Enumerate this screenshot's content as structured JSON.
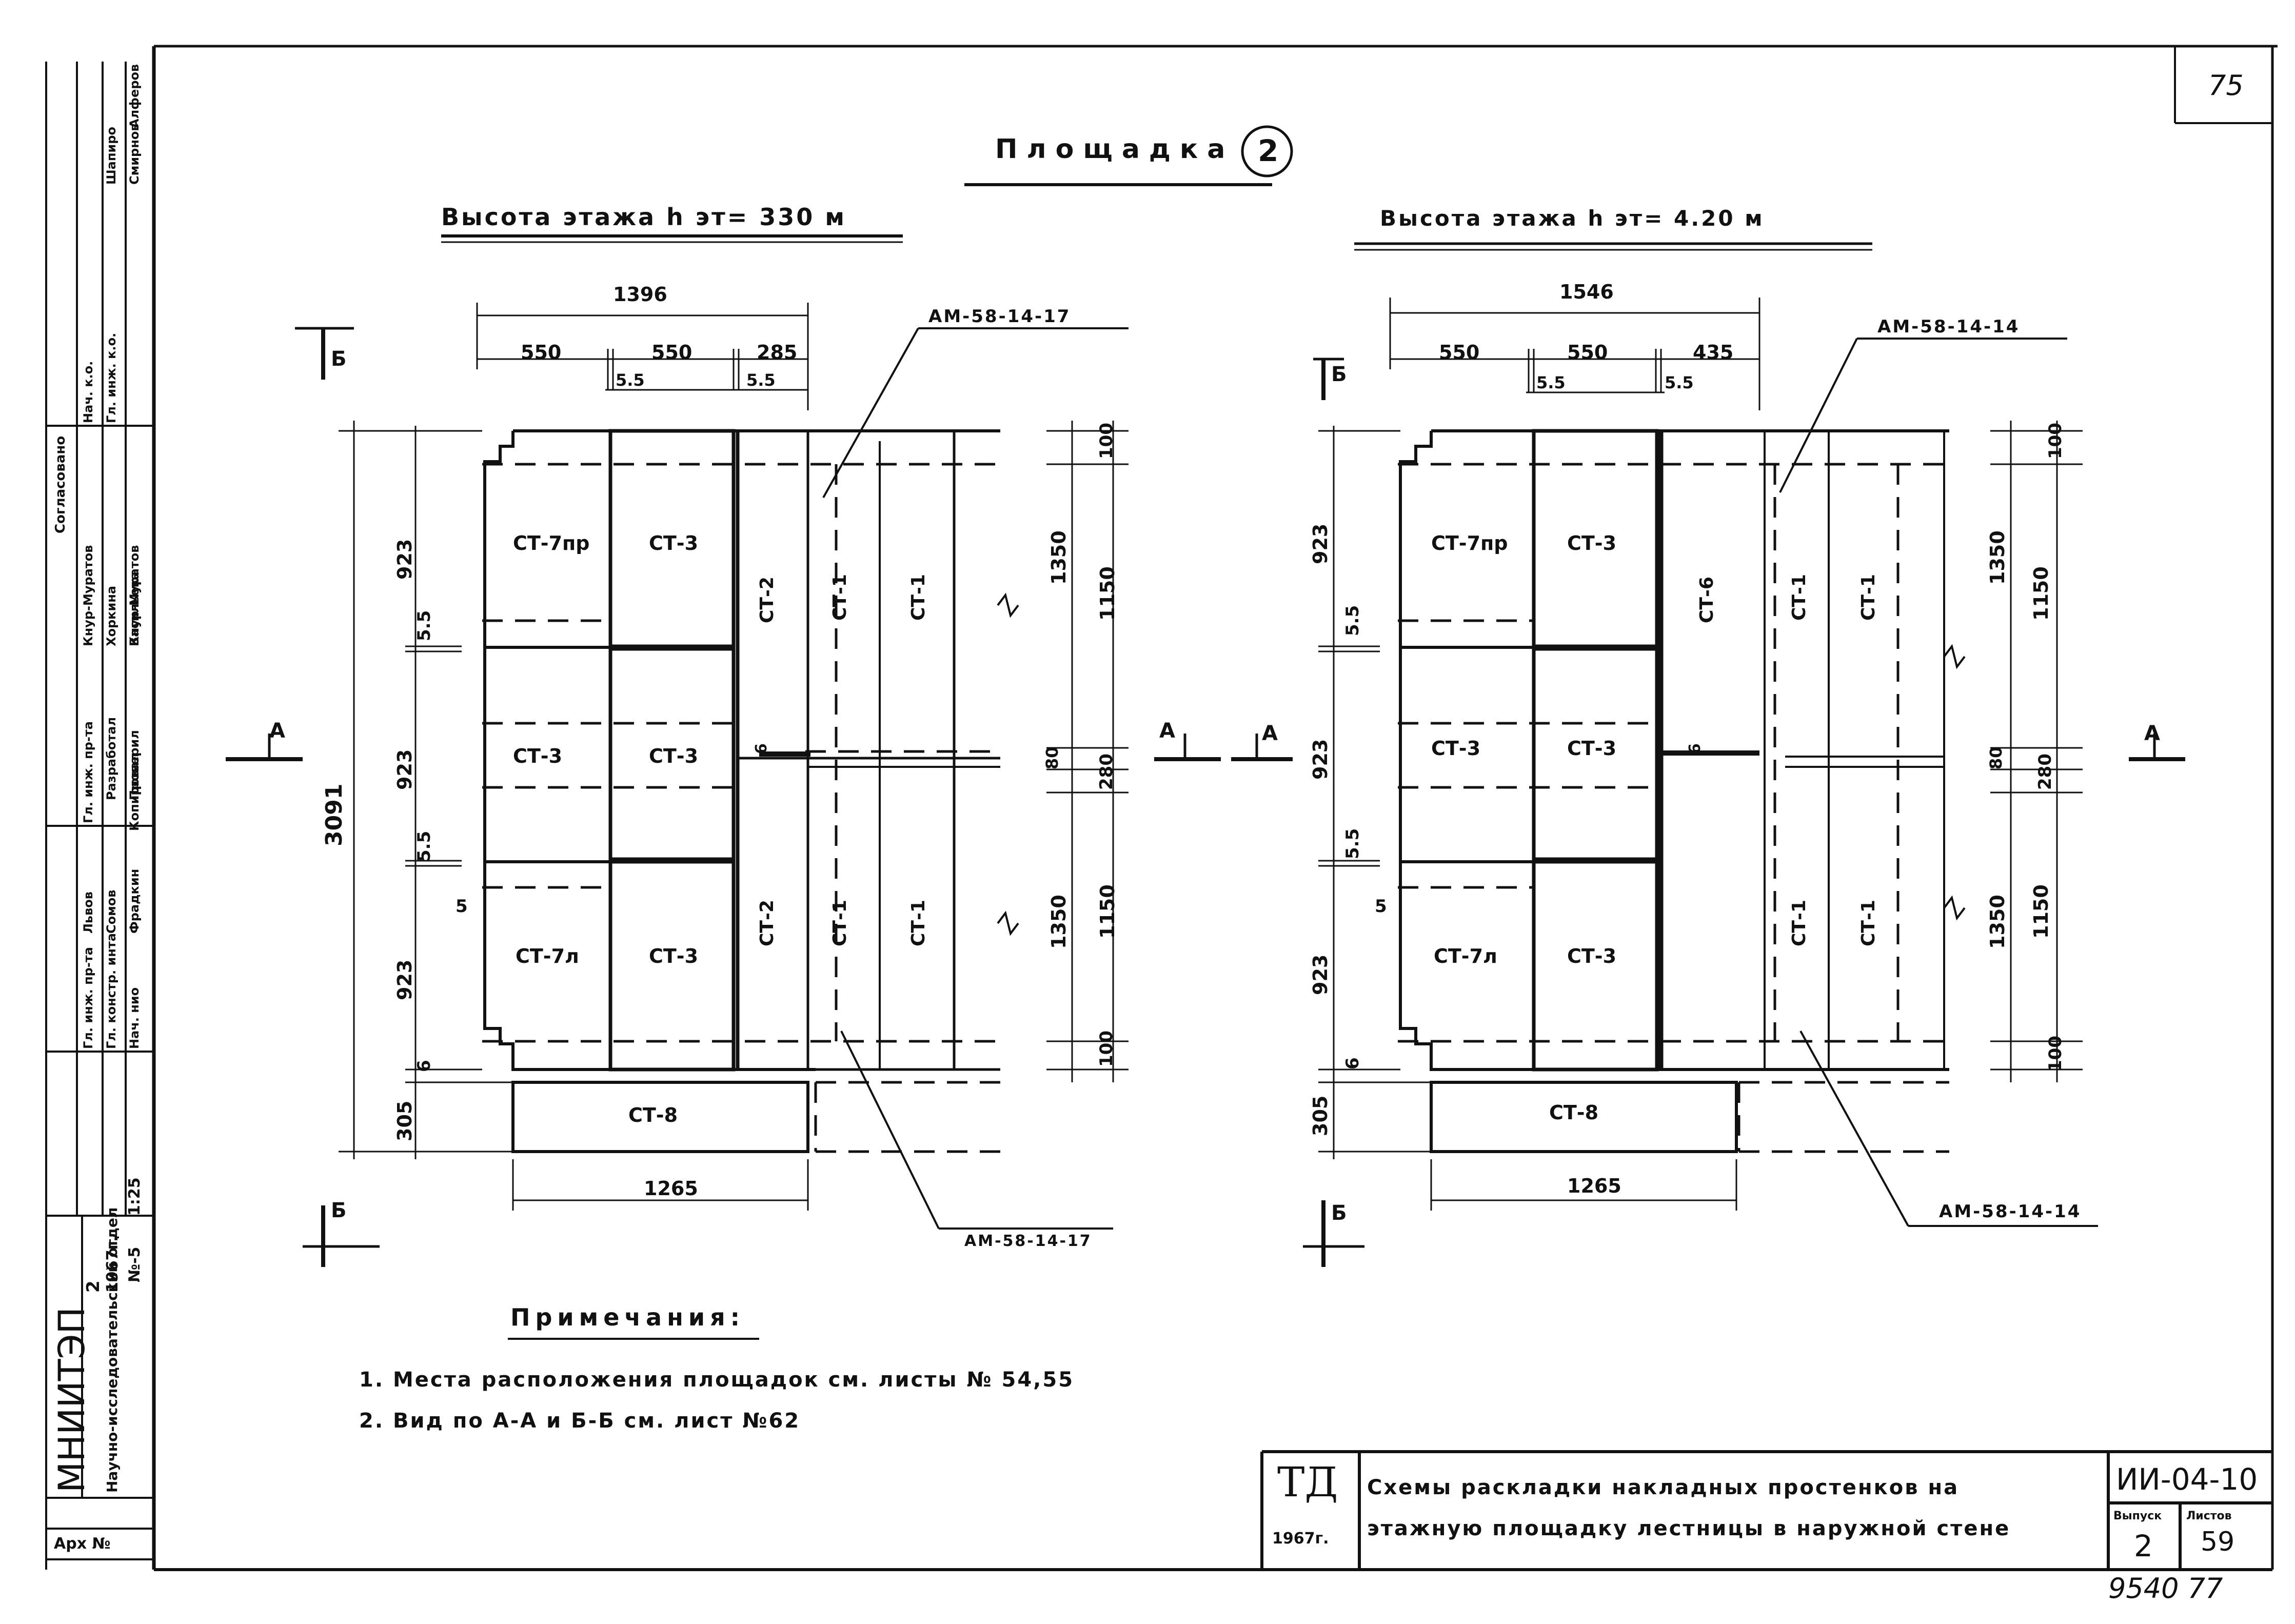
{
  "sheet_number": "75",
  "title": "Площадка",
  "title_number": "2",
  "left_plan": {
    "heading": "Высота этажа h эт= 330 м",
    "overall_width": "1396",
    "top_dims": [
      "550",
      "550",
      "285"
    ],
    "gap_dims": [
      "5.5",
      "5.5"
    ],
    "height_total": "3091",
    "left_dims": [
      "923",
      "5.5",
      "923",
      "5.5",
      "923",
      "6",
      "305"
    ],
    "inner_mark": "5",
    "right_dims_outer": [
      "1350",
      "1350"
    ],
    "right_dims_inner": [
      "100",
      "1150",
      "80",
      "280",
      "1150",
      "100"
    ],
    "center_mark": "6",
    "panels": [
      "СТ-7пр",
      "СТ-3",
      "СТ-2",
      "СТ-1",
      "СТ-1",
      "СТ-3",
      "СТ-3",
      "СТ-7л",
      "СТ-3",
      "СТ-2",
      "СТ-1",
      "СТ-1",
      "СТ-8"
    ],
    "bottom_dim": "1265",
    "leader_top": "АМ-58-14-17",
    "leader_bottom": "АМ-58-14-17",
    "section_a": "А",
    "section_b": "Б"
  },
  "right_plan": {
    "heading": "Высота этажа h эт= 4.20 м",
    "overall_width": "1546",
    "top_dims": [
      "550",
      "550",
      "435"
    ],
    "gap_dims": [
      "5.5",
      "5.5"
    ],
    "left_dims": [
      "923",
      "5.5",
      "923",
      "5.5",
      "923",
      "6",
      "305"
    ],
    "inner_mark": "5",
    "right_dims_outer": [
      "1350",
      "1350"
    ],
    "right_dims_inner": [
      "100",
      "1150",
      "80",
      "280",
      "1150",
      "100"
    ],
    "center_mark": "6",
    "panels": [
      "СТ-7пр",
      "СТ-3",
      "СТ-6",
      "СТ-1",
      "СТ-1",
      "СТ-3",
      "СТ-3",
      "СТ-7л",
      "СТ-3",
      "СТ-1",
      "СТ-1",
      "СТ-8"
    ],
    "bottom_dim": "1265",
    "leader_top": "АМ-58-14-14",
    "leader_bottom": "АМ-58-14-14",
    "section_a": "А",
    "section_b": "Б"
  },
  "notes": {
    "heading": "Примечания:",
    "items": [
      "1. Места расположения площадок см. листы № 54,55",
      "2. Вид по А-А и Б-Б см. лист №62"
    ]
  },
  "title_block": {
    "td": "ТД",
    "year": "1967г.",
    "line1": "Схемы раскладки накладных простенков на",
    "line2": "этажную площадку лестницы в наружной стене",
    "code": "ИИ-04-10",
    "issue_label": "Выпуск",
    "issue": "2",
    "sheet_label": "Листов",
    "sheet": "59"
  },
  "stamp": {
    "org": "МНИИТЭП",
    "org_full": "Научно-исследовательский отдел",
    "archive": "Арх №",
    "scale": "1:25",
    "year": "1967г.",
    "issue": "2",
    "sheet_no": "№-5",
    "roles": [
      "Нач. к.о.",
      "Гл. инж. к.о.",
      "Гл. инж. пр-та",
      "Гл. инж. пр-та",
      "Гл. констр. инта",
      "Нач. нио"
    ],
    "names": [
      "Смирнов",
      "Шапиро",
      "Алферов",
      "Согласовано",
      "Кнур-Муратов",
      "Хоркина",
      "Кнур-Муратов",
      "Васильева",
      "Разработал",
      "Проверил",
      "Копировал",
      "Львов",
      "Сомов",
      "Фрадкин"
    ]
  },
  "handwritten_number": "9540 77"
}
